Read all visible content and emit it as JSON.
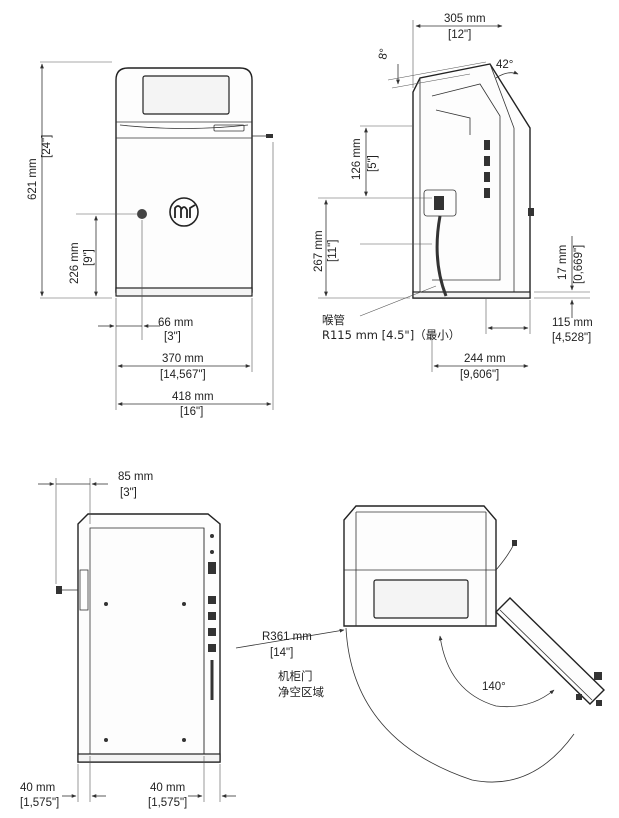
{
  "front_view": {
    "height_mm": "621 mm",
    "height_in": "[24\"]",
    "port_height_mm": "226 mm",
    "port_height_in": "[9\"]",
    "port_offset_mm": "66 mm",
    "port_offset_in": "[3\"]",
    "body_width_mm": "370 mm",
    "body_width_in": "[14,567\"]",
    "total_width_mm": "418 mm",
    "total_width_in": "[16\"]"
  },
  "side_view": {
    "depth_top_mm": "305 mm",
    "depth_top_in": "[12\"]",
    "tilt_angle": "8°",
    "screen_angle": "42°",
    "h126_mm": "126 mm",
    "h126_in": "[5\"]",
    "h267_mm": "267 mm",
    "h267_in": "[11\"]",
    "h17_mm": "17 mm",
    "h17_in": "[0,669\"]",
    "nozzle_label": "喉管",
    "nozzle_radius": "R115 mm [4.5\"]（最小）",
    "d115_mm": "115 mm",
    "d115_in": "[4,528\"]",
    "d244_mm": "244 mm",
    "d244_in": "[9,606\"]"
  },
  "rear_view": {
    "d85_mm": "85 mm",
    "d85_in": "[3\"]",
    "left_mm": "40 mm",
    "left_in": "[1,575\"]",
    "right_mm": "40 mm",
    "right_in": "[1,575\"]"
  },
  "top_view": {
    "radius_mm": "R361 mm",
    "radius_in": "[14\"]",
    "door_label_1": "机柜门",
    "door_label_2": "净空区域",
    "door_angle": "140°"
  }
}
